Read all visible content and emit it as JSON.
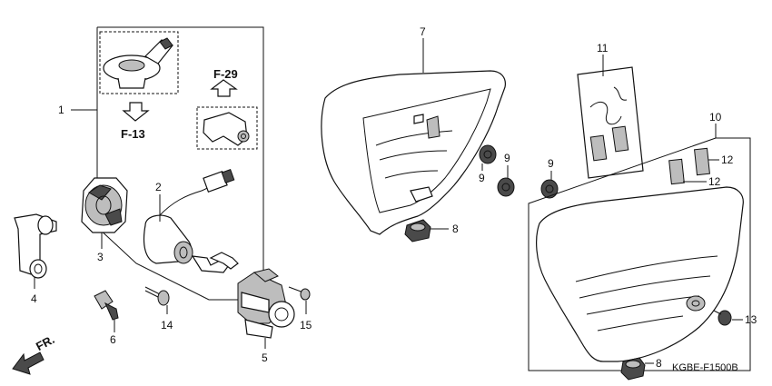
{
  "callouts": {
    "c1": "1",
    "c2": "2",
    "c3": "3",
    "c4": "4",
    "c5": "5",
    "c6": "6",
    "c7": "7",
    "c8a": "8",
    "c8b": "8",
    "c9a": "9",
    "c9b": "9",
    "c9c": "9",
    "c10": "10",
    "c11": "11",
    "c12a": "12",
    "c12b": "12",
    "c13": "13",
    "c14": "14",
    "c15": "15"
  },
  "references": {
    "f29": "F-29",
    "f13": "F-13"
  },
  "front_label": "FR.",
  "diagram_code": "KGBE-F1500B"
}
